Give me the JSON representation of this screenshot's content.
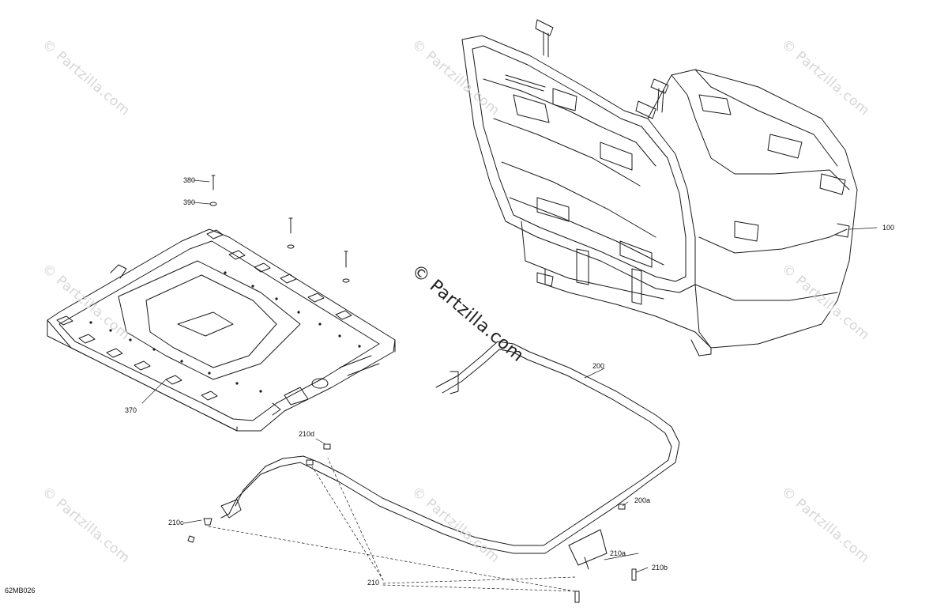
{
  "diagram_code": "62MB026",
  "watermark_text": "© Partzilla.com",
  "labels": {
    "p100": "100",
    "p200": "200",
    "p200a": "200a",
    "p210": "210",
    "p210a": "210a",
    "p210b": "210b",
    "p210c": "210c",
    "p210d": "210d",
    "p370": "370",
    "p380": "380",
    "p390": "390"
  },
  "colors": {
    "line": "#1a1a1a",
    "watermark": "#d6d6d6"
  }
}
